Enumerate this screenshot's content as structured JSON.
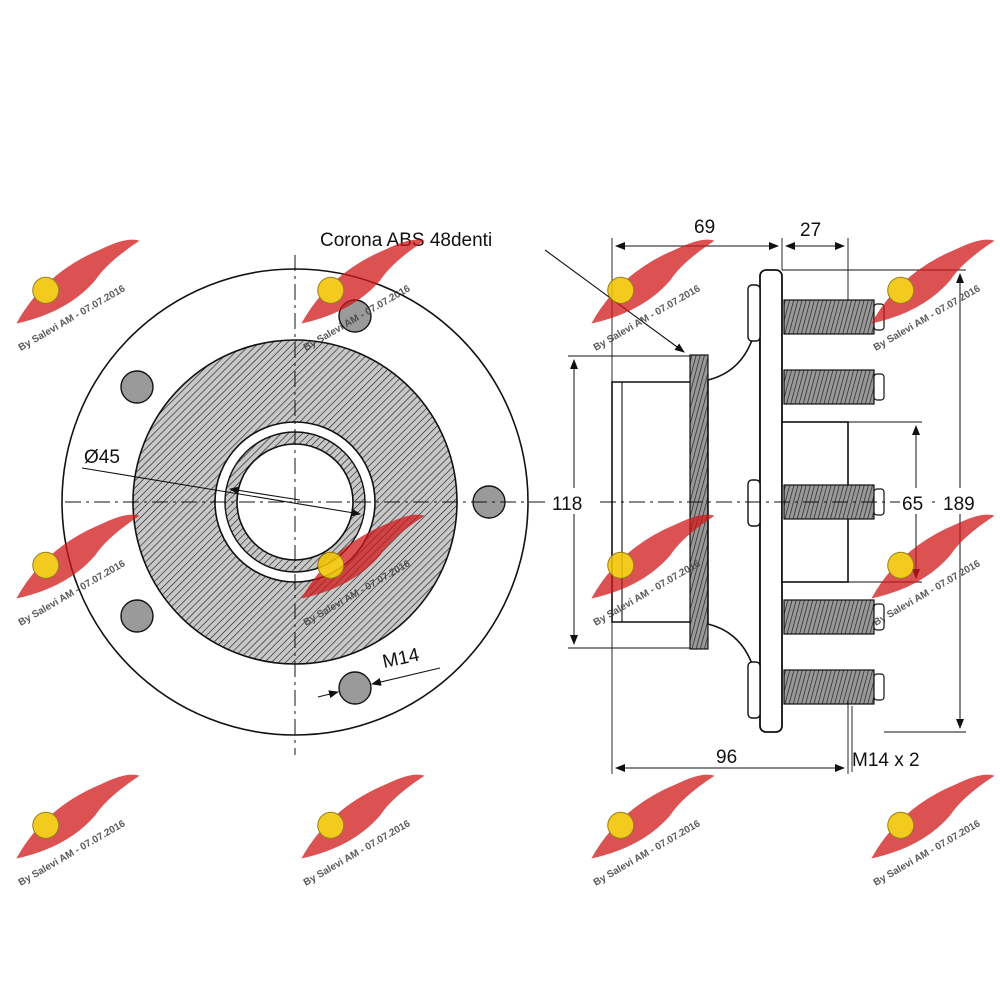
{
  "labels": {
    "abs_ring": "Corona ABS 48denti",
    "bore_diameter": "Ø45",
    "bolt_thread_front": "M14",
    "overall_width": "96",
    "flange_offset": "69",
    "stud_projection": "27",
    "bearing_od": "118",
    "pilot_diameter": "65",
    "flange_diameter": "189",
    "stud_thread": "M14 x 2"
  },
  "watermark": {
    "text": "By Salevi AM - 07.07.2016",
    "colors": {
      "wing": "#d01818",
      "badge": "#f2c400"
    }
  },
  "counts": {
    "studs": 5
  }
}
